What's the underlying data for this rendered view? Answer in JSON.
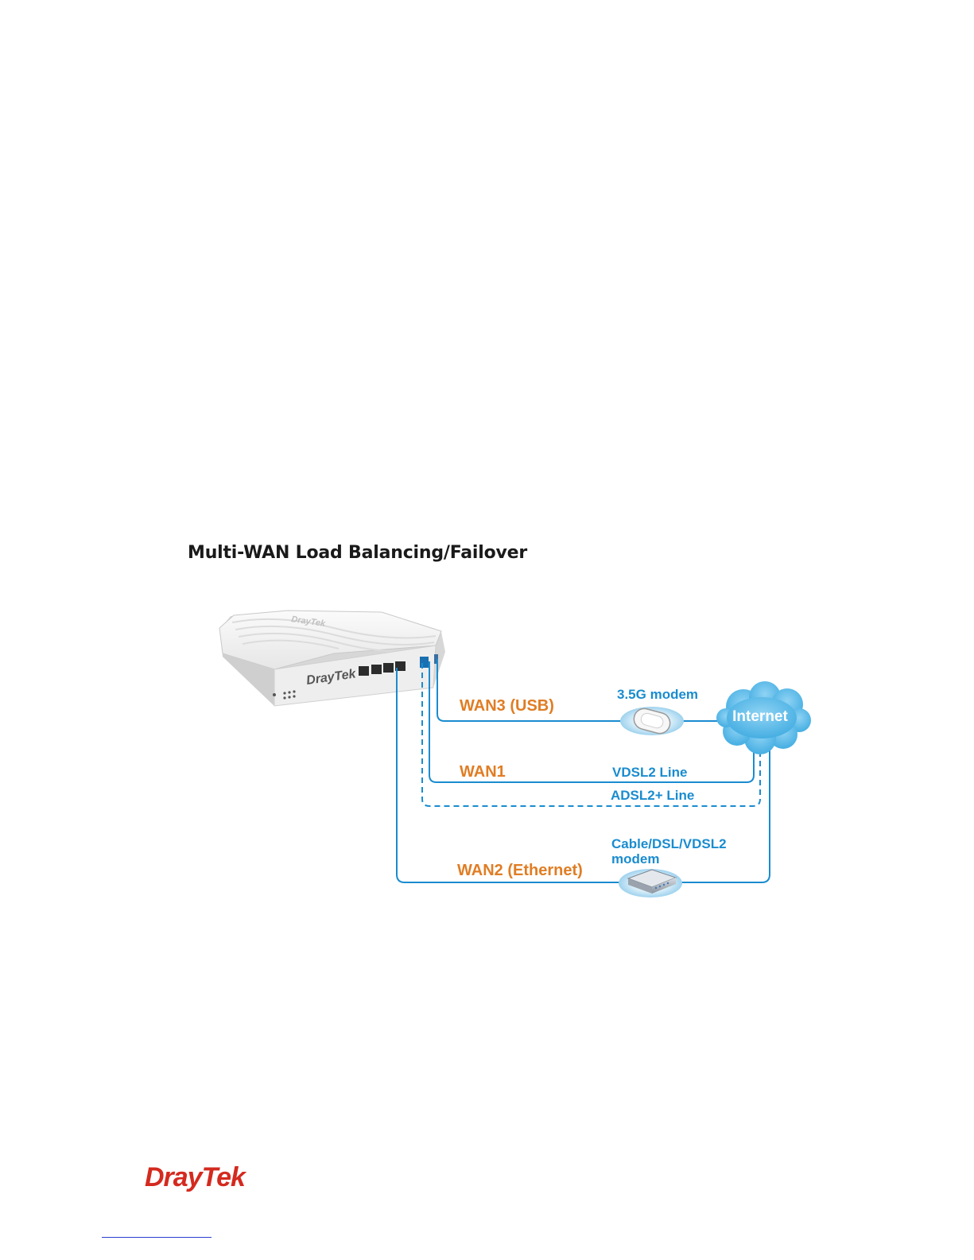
{
  "diagram": {
    "title": "Multi-WAN Load Balancing/Failover",
    "router": {
      "icon": "router-icon",
      "brand": "DrayTek"
    },
    "cloud": {
      "icon": "cloud-icon",
      "label": "Internet"
    },
    "links": {
      "wan3": {
        "label": "WAN3 (USB)",
        "device_label": "3.5G modem",
        "device_icon": "usb-modem-icon"
      },
      "wan1": {
        "label": "WAN1",
        "line_labels": [
          "VDSL2 Line",
          "ADSL2+ Line"
        ]
      },
      "wan2": {
        "label": "WAN2 (Ethernet)",
        "device_label_lines": [
          "Cable/DSL/VDSL2",
          "modem"
        ],
        "device_icon": "modem-box-icon"
      }
    },
    "colors": {
      "wan_label": "#e07d24",
      "link_line": "#1a8ccf",
      "cloud": "#5bbde8"
    }
  },
  "footer": {
    "logo_text": "DrayTek",
    "logo_color": "#d42a1f"
  }
}
